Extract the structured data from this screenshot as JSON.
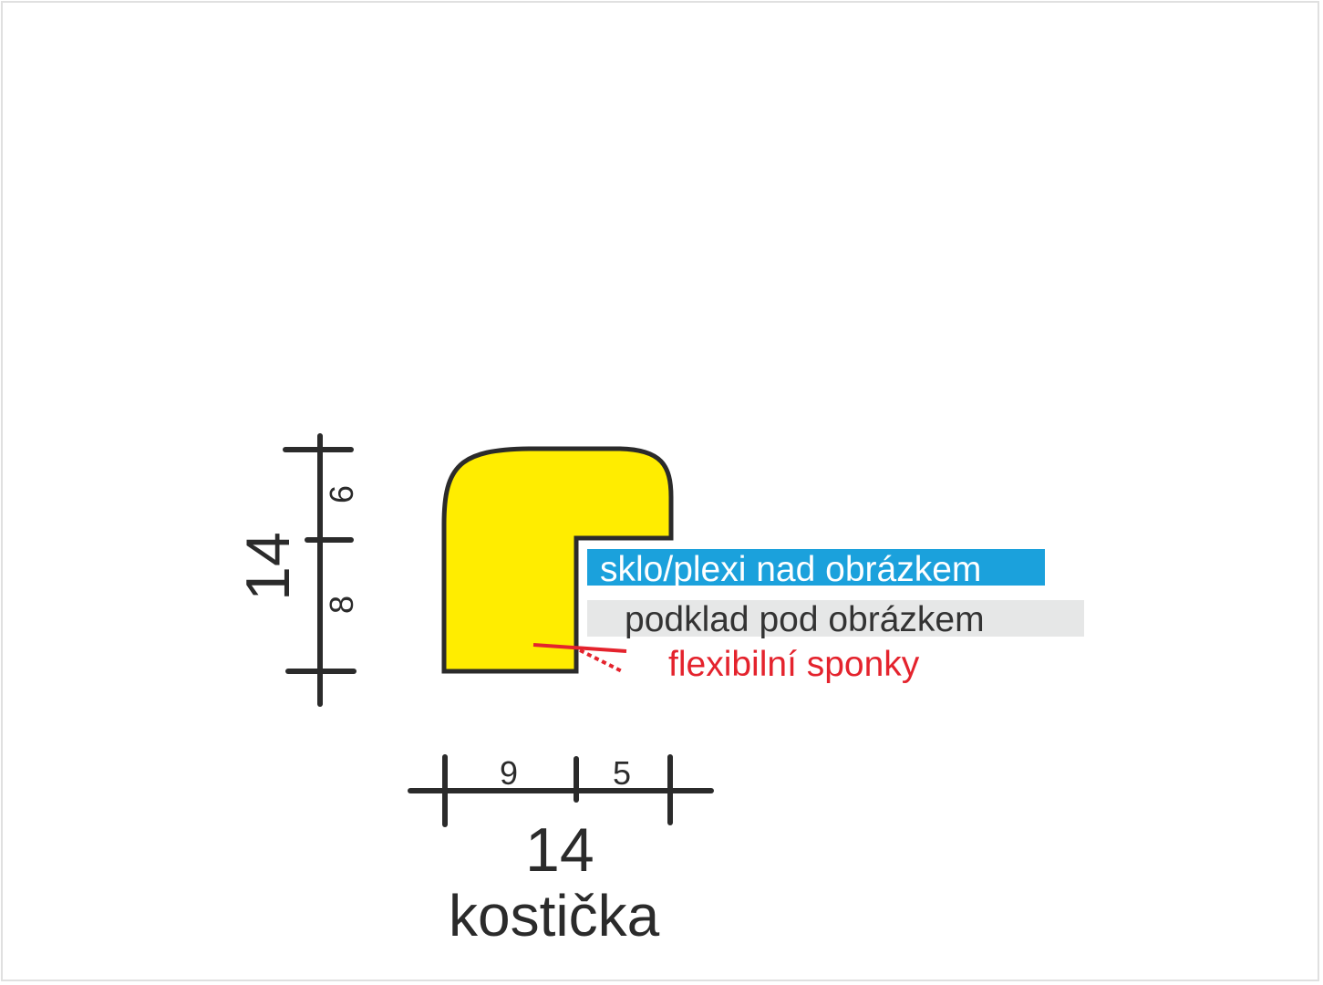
{
  "diagram": {
    "profile_name": "kostička",
    "colors": {
      "profile_fill": "#ffed00",
      "outline": "#2b2b2b",
      "glass_label_bg": "#1ba1dc",
      "backing_label_bg": "#e6e7e7",
      "clips": "#e4232d"
    },
    "height_dimension": {
      "total": "14",
      "segments": [
        "6",
        "8"
      ]
    },
    "width_dimension": {
      "total": "14",
      "segments": [
        "9",
        "5"
      ]
    },
    "labels": {
      "glass": "sklo/plexi nad obrázkem",
      "backing": "podklad pod obrázkem",
      "clips": "flexibilní sponky"
    }
  }
}
